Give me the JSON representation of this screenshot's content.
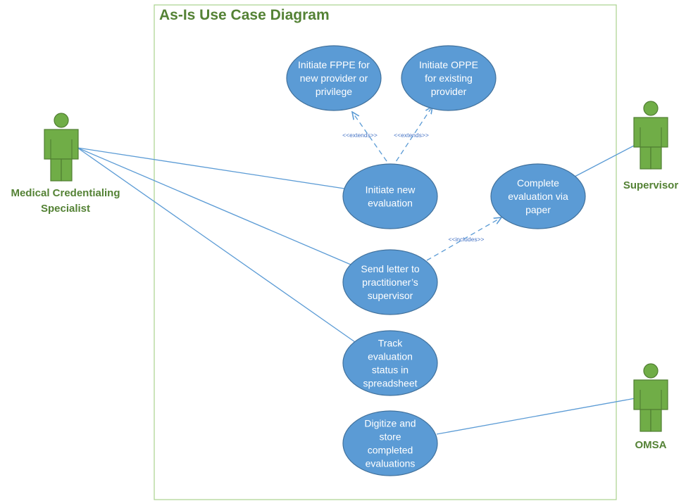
{
  "title": "As-Is Use Case Diagram",
  "colors": {
    "frame": "#a9d18e",
    "title": "#548235",
    "actor_fill": "#70ad47",
    "actor_stroke": "#507e32",
    "actor_label": "#548235",
    "usecase_fill": "#5b9bd5",
    "usecase_stroke": "#41719c",
    "line": "#5b9bd5",
    "stereotype": "#4472c4"
  },
  "actors": [
    {
      "id": "mcs",
      "icon": "person-icon",
      "label_lines": [
        "Medical Credentialing",
        "Specialist"
      ]
    },
    {
      "id": "supervisor",
      "icon": "person-icon",
      "label_lines": [
        "Supervisor"
      ]
    },
    {
      "id": "omsa",
      "icon": "person-icon",
      "label_lines": [
        "OMSA"
      ]
    }
  ],
  "use_cases": [
    {
      "id": "fppe",
      "lines": [
        "Initiate FPPE for",
        "new provider or",
        "privilege"
      ]
    },
    {
      "id": "oppe",
      "lines": [
        "Initiate OPPE",
        "for existing",
        "provider"
      ]
    },
    {
      "id": "new_eval",
      "lines": [
        "Initiate new",
        "evaluation"
      ]
    },
    {
      "id": "complete_paper",
      "lines": [
        "Complete",
        "evaluation via",
        "paper"
      ]
    },
    {
      "id": "send_letter",
      "lines": [
        "Send letter to",
        "practitioner’s",
        "supervisor"
      ]
    },
    {
      "id": "track",
      "lines": [
        "Track",
        "evaluation",
        "status in",
        "spreadsheet"
      ]
    },
    {
      "id": "digitize",
      "lines": [
        "Digitize and",
        "store",
        "completed",
        "evaluations"
      ]
    }
  ],
  "associations": [
    {
      "from": "mcs",
      "to": "new_eval"
    },
    {
      "from": "mcs",
      "to": "send_letter"
    },
    {
      "from": "mcs",
      "to": "track"
    },
    {
      "from": "supervisor",
      "to": "complete_paper"
    },
    {
      "from": "omsa",
      "to": "digitize"
    }
  ],
  "relationships": [
    {
      "type": "extend",
      "label": "<<extends>>",
      "from": "new_eval",
      "to": "fppe"
    },
    {
      "type": "extend",
      "label": "<<extends>>",
      "from": "new_eval",
      "to": "oppe"
    },
    {
      "type": "include",
      "label": "<<includes>>",
      "from": "send_letter",
      "to": "complete_paper"
    }
  ]
}
